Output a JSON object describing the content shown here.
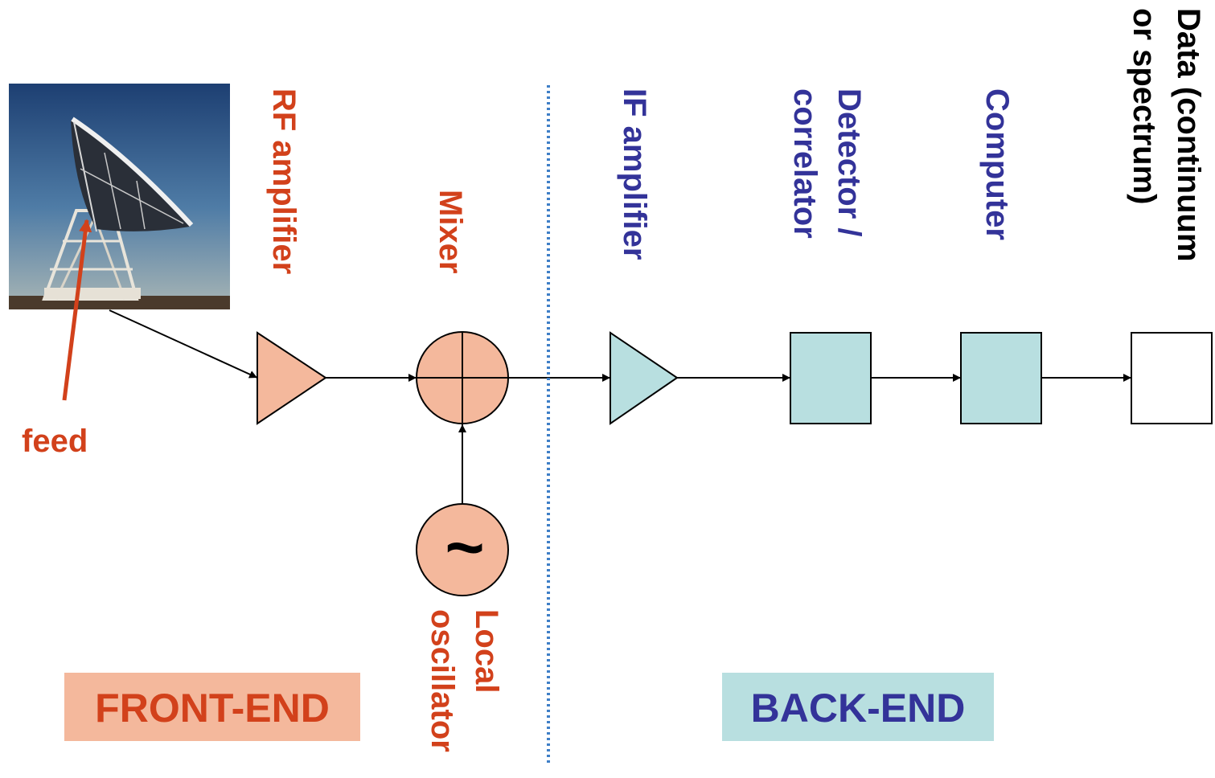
{
  "labels": {
    "rf_amplifier": "RF amplifier",
    "mixer": "Mixer",
    "if_amplifier": "IF amplifier",
    "detector_line1": "Detector /",
    "detector_line2": "correlator",
    "computer": "Computer",
    "data_line1": "Data (continuum",
    "data_line2": "or spectrum)",
    "local_line1": "Local",
    "local_line2": "oscillator",
    "feed": "feed",
    "front_end": "FRONT-END",
    "back_end": "BACK-END",
    "oscillator_symbol": "~"
  },
  "colors": {
    "front_end_text": "#d2411b",
    "back_end_text": "#333399",
    "front_end_fill": "#f4b89c",
    "back_end_fill": "#b8dfe0",
    "divider": "#3f7fc7",
    "line": "#000000"
  }
}
